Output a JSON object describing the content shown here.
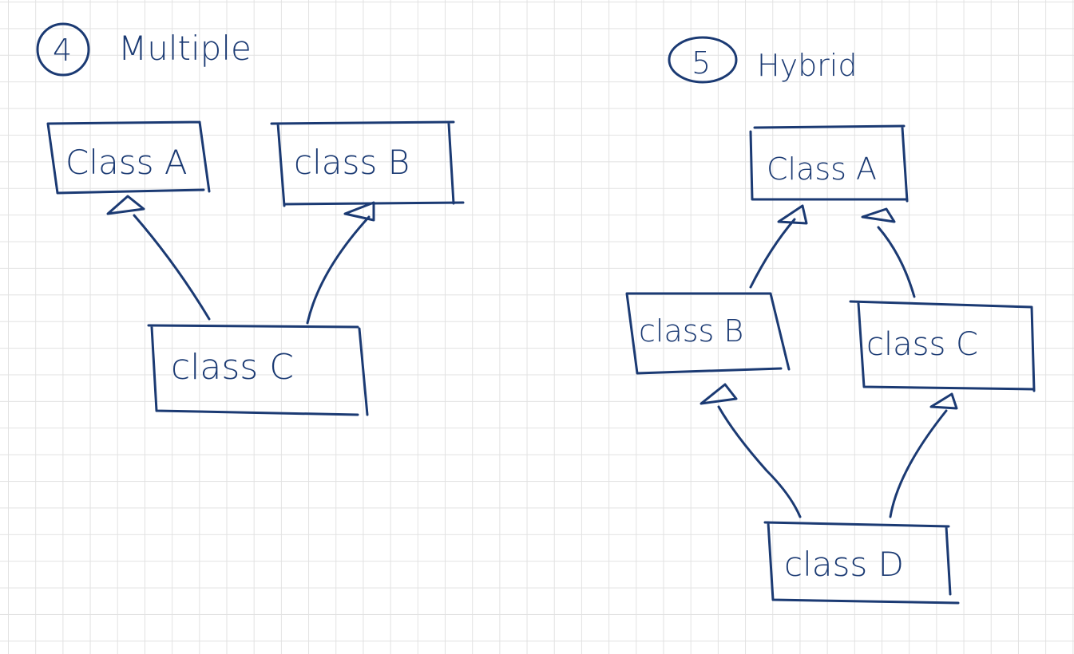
{
  "ink_color": "#1b3a73",
  "sections": [
    {
      "number": "4",
      "title": "Multiple",
      "classes": [
        "Class A",
        "class B",
        "class C"
      ]
    },
    {
      "number": "5",
      "title": "Hybrid",
      "classes": [
        "Class A",
        "class B",
        "class C",
        "class D"
      ]
    }
  ]
}
